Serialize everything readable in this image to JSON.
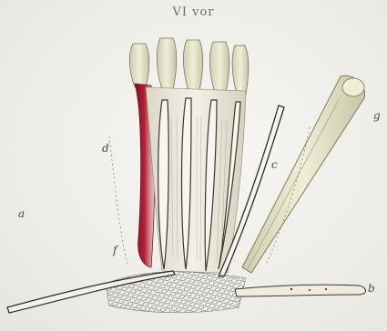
{
  "plate": {
    "title": "VI vor"
  },
  "labels": {
    "a": "a",
    "b": "b",
    "c": "c",
    "d": "d",
    "f": "f",
    "g": "g"
  },
  "colors": {
    "ink": "#3a3630",
    "muscle_red": "#a3192a",
    "bone": "#e8e6c8",
    "paper": "#f1f0ec"
  }
}
